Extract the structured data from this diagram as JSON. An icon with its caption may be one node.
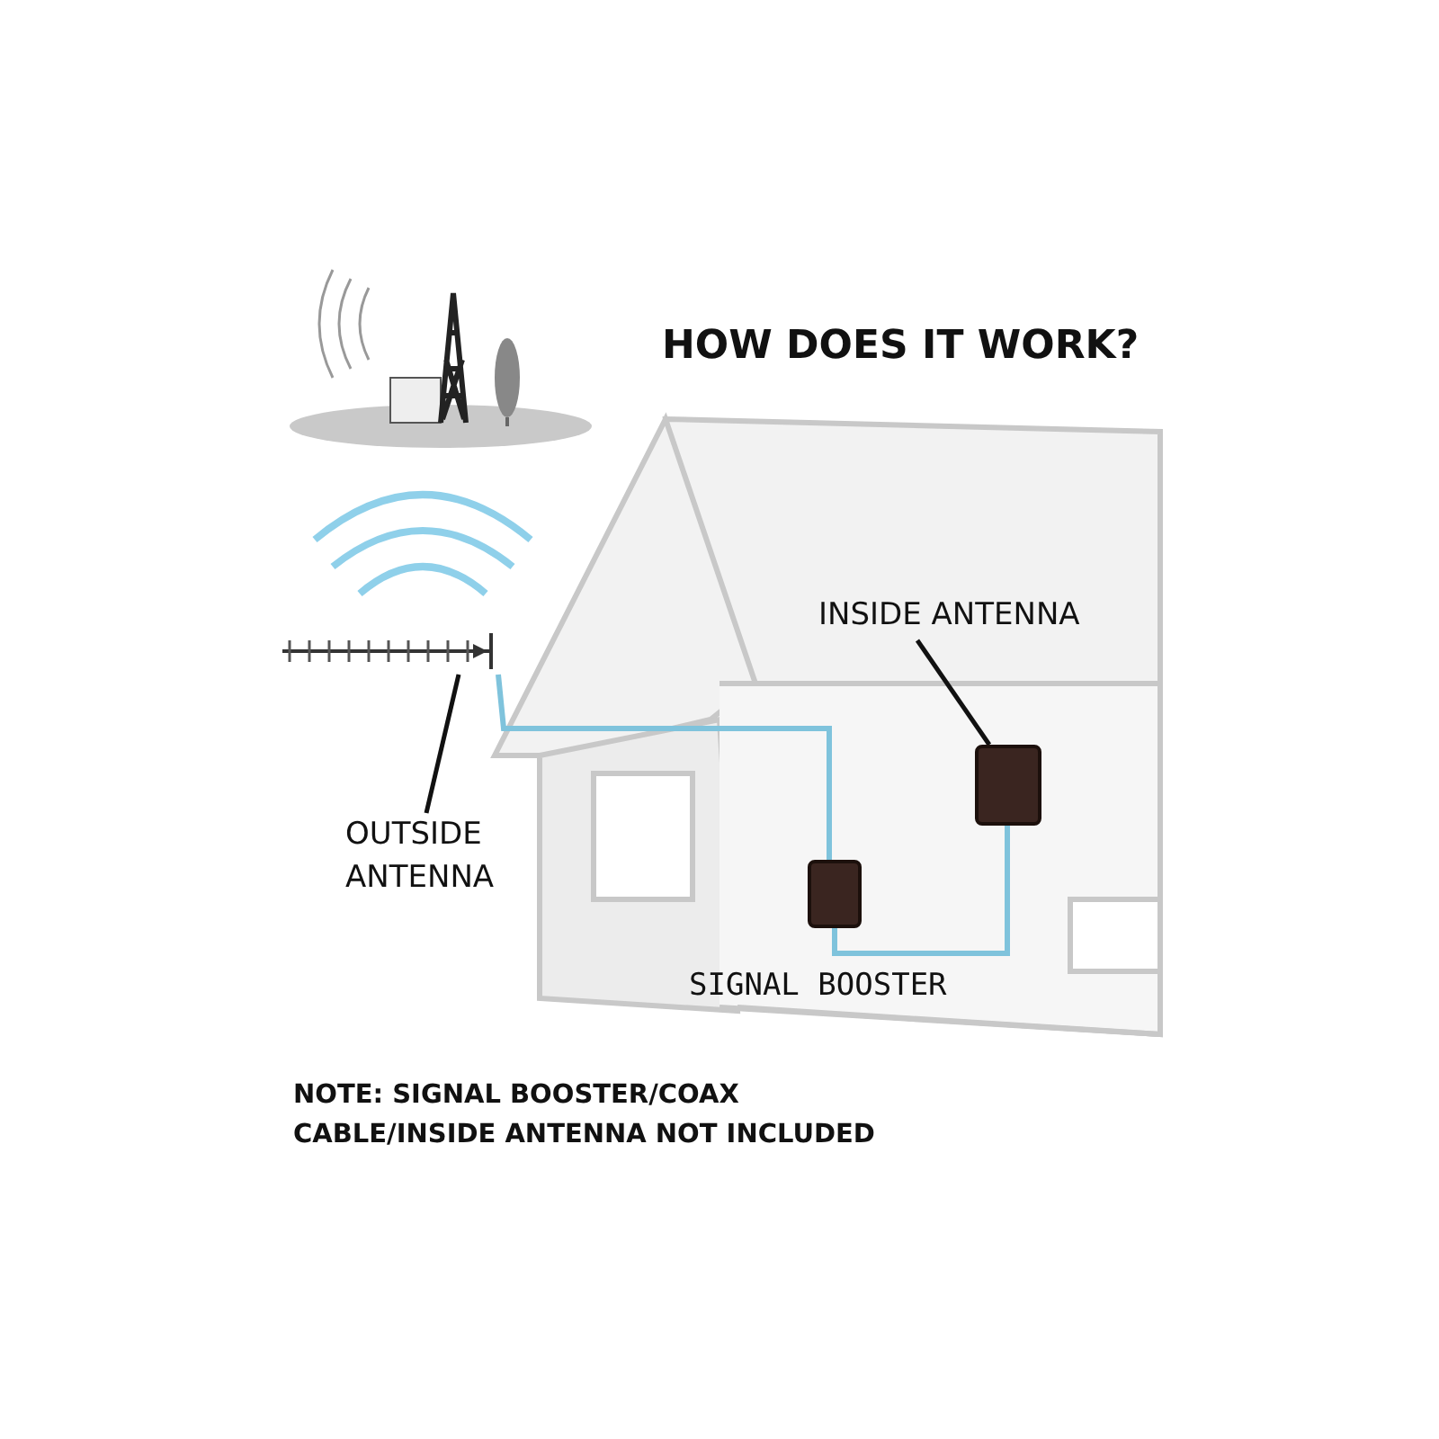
{
  "diagram": {
    "title": "HOW DOES IT WORK?",
    "nodes": [
      {
        "text": [],
        "shape": "picture"
      },
      {
        "text": [],
        "shape": "picture"
      },
      {
        "text": [
          "OUTSIDE ANTENNA"
        ]
      },
      {
        "text": [],
        "shape": "box",
        "beside": [
          "SIGNAL BOOSTER"
        ]
      },
      {
        "text": [],
        "shape": "box"
      },
      {
        "text": [
          "INSIDE ANTENNA"
        ]
      }
    ],
    "edges": [
      {
        "from": 2,
        "to": 1,
        "arrow": "none"
      },
      {
        "from": 5,
        "to": 4,
        "arrow": "none"
      },
      {
        "from": 1,
        "to": 3,
        "arrow": "none",
        "color": "#7fc3dc"
      },
      {
        "from": 3,
        "to": 4,
        "arrow": "none",
        "color": "#7fc3dc"
      }
    ],
    "labels": [
      "NOTE: SIGNAL BOOSTER/COAX CABLE/INSIDE ANTENNA NOT INCLUDED"
    ]
  }
}
